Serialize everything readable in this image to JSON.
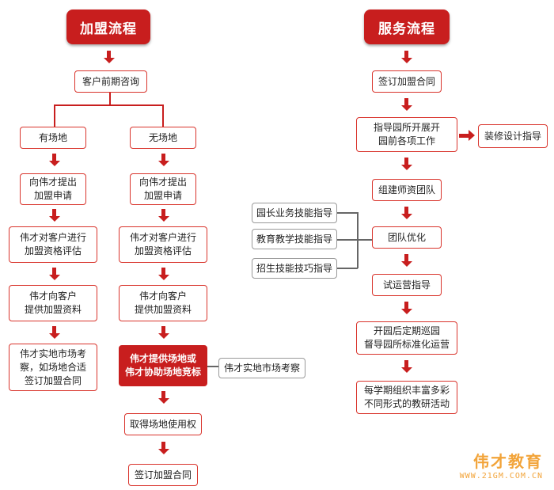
{
  "left": {
    "title": "加盟流程",
    "consult": "客户前期咨询",
    "has_site": {
      "label": "有场地",
      "steps": [
        "向伟才提出\n加盟申请",
        "伟才对客户进行\n加盟资格评估",
        "伟才向客户\n提供加盟资料",
        "伟才实地市场考\n察，如场地合适\n签订加盟合同"
      ]
    },
    "no_site": {
      "label": "无场地",
      "steps": [
        "向伟才提出\n加盟申请",
        "伟才对客户进行\n加盟资格评估",
        "伟才向客户\n提供加盟资料",
        "伟才提供场地或\n伟才协助场地竞标",
        "取得场地使用权",
        "签订加盟合同"
      ],
      "side_note": "伟才实地市场考察"
    }
  },
  "right": {
    "title": "服务流程",
    "steps": [
      "签订加盟合同",
      "指导园所开展开\n园前各项工作",
      "组建师资团队",
      "团队优化",
      "试运营指导",
      "开园后定期巡园\n督导园所标准化运营",
      "每学期组织丰富多彩\n不同形式的教研活动"
    ],
    "side_right": "装修设计指导",
    "side_left": [
      "园长业务技能指导",
      "教育教学技能指导",
      "招生技能技巧指导"
    ]
  },
  "watermark": {
    "brand": "伟才教育",
    "url": "WWW.21GM.COM.CN"
  },
  "colors": {
    "accent": "#c81e1e",
    "watermark": "#f2a43a"
  }
}
